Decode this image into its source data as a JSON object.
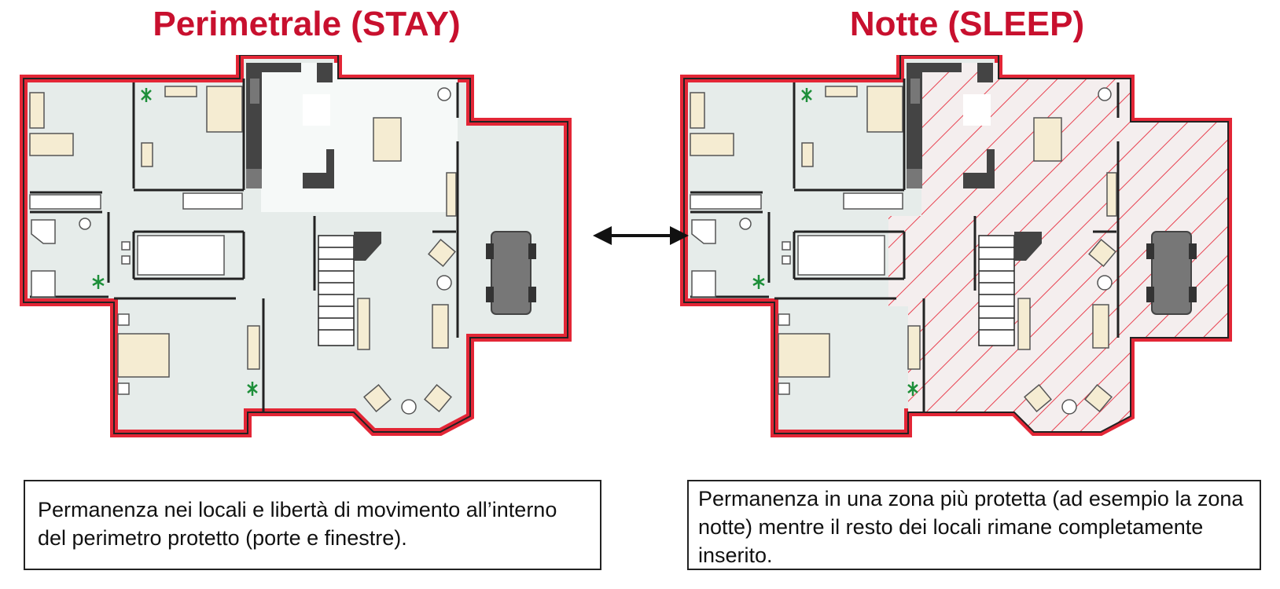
{
  "colors": {
    "accent_red": "#c8102e",
    "wall": "#222222",
    "floor": "#e6ecea",
    "furniture": "#f5ecd2",
    "plant": "#1e8f3a",
    "hatch": "#e8404f"
  },
  "left": {
    "title": "Perimetrale (STAY)",
    "caption": "Permanenza nei locali e libertà di movimento all’interno del perimetro protetto (porte e finestre)."
  },
  "right": {
    "title": "Notte (SLEEP)",
    "caption": "Permanenza in una zona più protetta (ad esempio la zona notte) mentre il resto dei locali rimane completamente inserito."
  },
  "icons": {
    "swap_arrow": "double-headed-arrow-icon",
    "plant": "plant-icon",
    "bed": "bed-icon",
    "car": "car-icon",
    "armchair": "armchair-icon"
  }
}
